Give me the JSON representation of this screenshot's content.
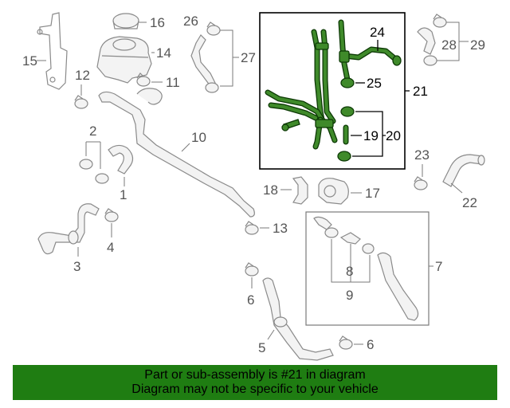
{
  "callouts": {
    "c1": "1",
    "c2": "2",
    "c3": "3",
    "c4": "4",
    "c5": "5",
    "c6a": "6",
    "c6b": "6",
    "c7": "7",
    "c8": "8",
    "c9": "9",
    "c10": "10",
    "c11": "11",
    "c12": "12",
    "c13": "13",
    "c14": "14",
    "c15": "15",
    "c16": "16",
    "c17": "17",
    "c18": "18",
    "c19": "19",
    "c20": "20",
    "c21": "21",
    "c22": "22",
    "c23": "23",
    "c24": "24",
    "c25": "25",
    "c26": "26",
    "c27": "27",
    "c28": "28",
    "c29": "29"
  },
  "highlight": {
    "part": "21",
    "color": "#3f8a2a"
  },
  "banner": {
    "line1": "Part or sub-assembly is #21 in diagram",
    "line2": "Diagram may not be specific to your vehicle",
    "color": "#1f7d12"
  }
}
